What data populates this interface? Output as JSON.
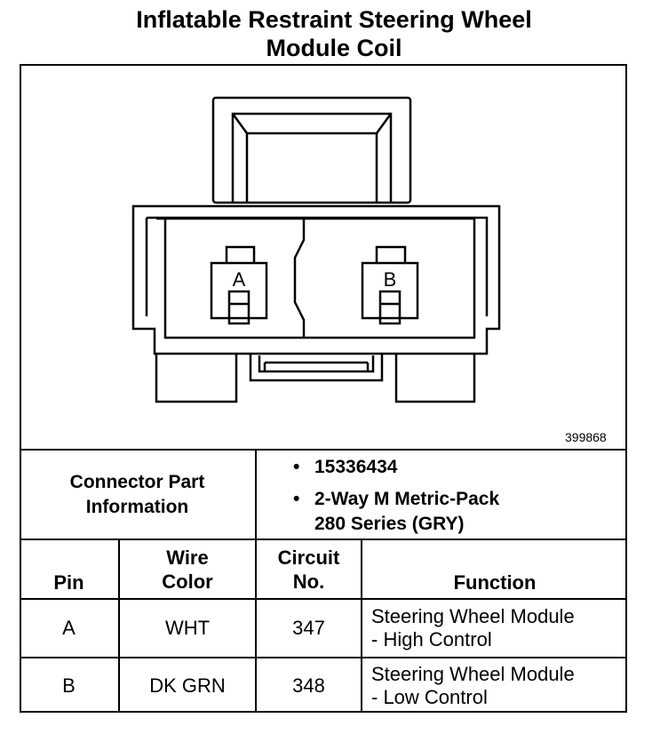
{
  "title": {
    "line1": "Inflatable Restraint Steering Wheel",
    "line2": "Module Coil"
  },
  "diagram": {
    "figure_number": "399868",
    "pin_labels": [
      "A",
      "B"
    ]
  },
  "connector_info": {
    "label_line1": "Connector Part",
    "label_line2": "Information",
    "bullets": [
      [
        "15336434"
      ],
      [
        "2-Way M Metric-Pack",
        "280 Series (GRY)"
      ]
    ]
  },
  "table": {
    "headers": {
      "pin": "Pin",
      "wire_color_1": "Wire",
      "wire_color_2": "Color",
      "circuit_1": "Circuit",
      "circuit_2": "No.",
      "function": "Function"
    },
    "rows": [
      {
        "pin": "A",
        "wire_color": "WHT",
        "circuit": "347",
        "function_1": "Steering Wheel Module",
        "function_2": "- High Control"
      },
      {
        "pin": "B",
        "wire_color": "DK GRN",
        "circuit": "348",
        "function_1": "Steering Wheel Module",
        "function_2": "- Low Control"
      }
    ]
  }
}
